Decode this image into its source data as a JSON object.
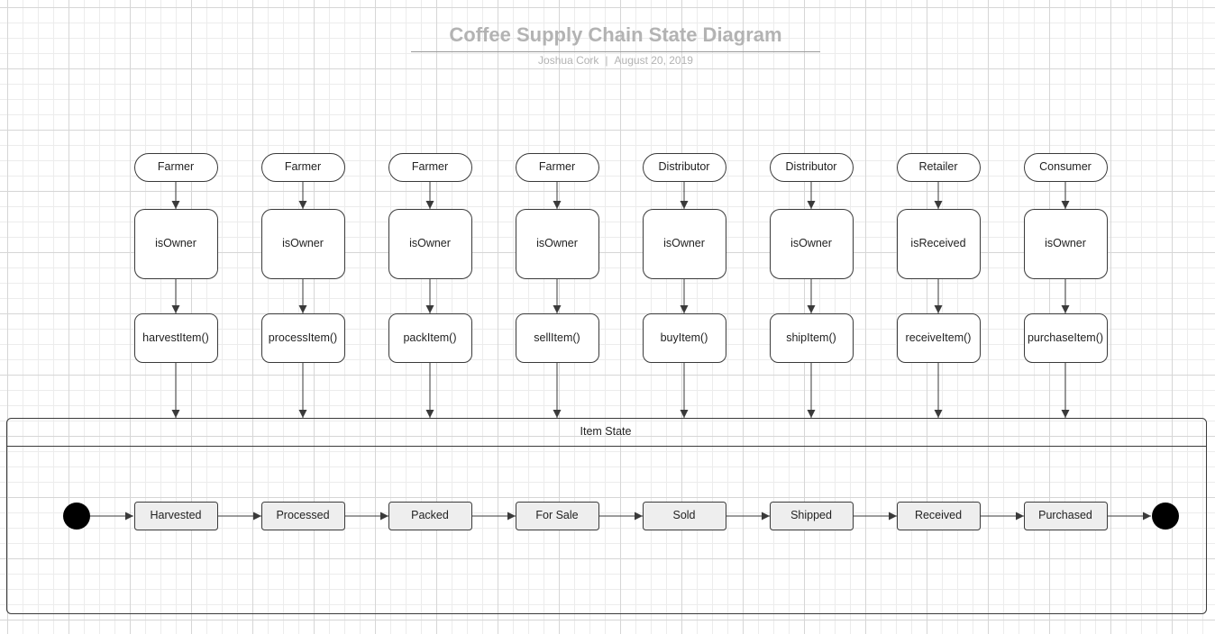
{
  "title": "Coffee Supply Chain State Diagram",
  "author": "Joshua Cork",
  "date": "August 20, 2019",
  "container_label": "Item State",
  "columns": [
    {
      "actor": "Farmer",
      "check": "isOwner",
      "function": "harvestItem()",
      "state": "Harvested"
    },
    {
      "actor": "Farmer",
      "check": "isOwner",
      "function": "processItem()",
      "state": "Processed"
    },
    {
      "actor": "Farmer",
      "check": "isOwner",
      "function": "packItem()",
      "state": "Packed"
    },
    {
      "actor": "Farmer",
      "check": "isOwner",
      "function": "sellItem()",
      "state": "For Sale"
    },
    {
      "actor": "Distributor",
      "check": "isOwner",
      "function": "buyItem()",
      "state": "Sold"
    },
    {
      "actor": "Distributor",
      "check": "isOwner",
      "function": "shipItem()",
      "state": "Shipped"
    },
    {
      "actor": "Retailer",
      "check": "isReceived",
      "function": "receiveItem()",
      "state": "Received"
    },
    {
      "actor": "Consumer",
      "check": "isOwner",
      "function": "purchaseItem()",
      "state": "Purchased"
    }
  ],
  "colors": {
    "title": "#b3b3b3",
    "stroke": "#3a3a3a",
    "state_fill": "#eeeeee",
    "node_fill": "#ffffff",
    "terminal": "#000000"
  }
}
